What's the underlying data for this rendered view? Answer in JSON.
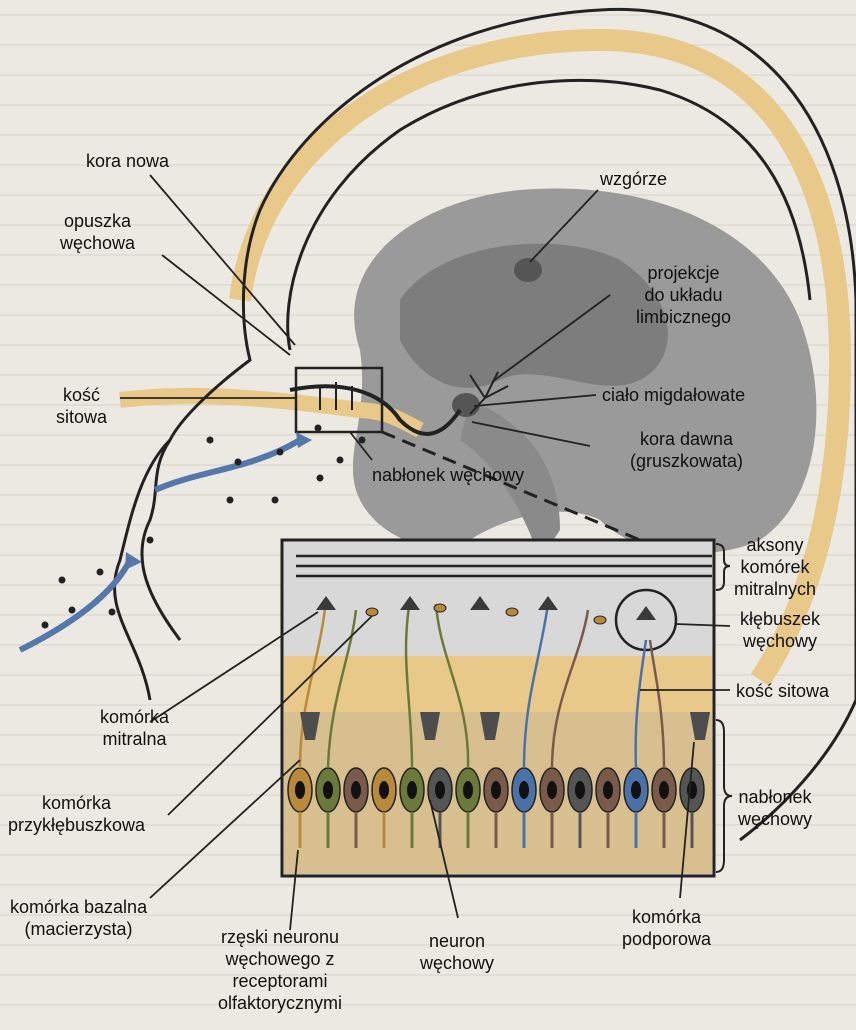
{
  "labels": {
    "kora_nowa": "kora nowa",
    "wzgorze": "wzgórze",
    "opuszka_1": "opuszka",
    "opuszka_2": "węchowa",
    "projekcje_1": "projekcje",
    "projekcje_2": "do układu",
    "projekcje_3": "limbicznego",
    "kosc_sitowa_1": "kość",
    "kosc_sitowa_2": "sitowa",
    "cialo_migdalowate": "ciało migdałowate",
    "kora_dawna_1": "kora dawna",
    "kora_dawna_2": "(gruszkowata)",
    "nablonek_wechowy_top": "nabłonek węchowy",
    "aksony_1": "aksony",
    "aksony_2": "komórek",
    "aksony_3": "mitralnych",
    "klebuszek_1": "kłębuszek",
    "klebuszek_2": "węchowy",
    "kosc_sitowa_right": "kość sitowa",
    "komorka_mitralna_1": "komórka",
    "komorka_mitralna_2": "mitralna",
    "nablonek_right_1": "nabłonek",
    "nablonek_right_2": "węchowy",
    "przyklebuszkowa_1": "komórka",
    "przyklebuszkowa_2": "przykłębuszkowa",
    "bazalna_1": "komórka bazalna",
    "bazalna_2": "(macierzysta)",
    "rzeski_1": "rzęski neuronu",
    "rzeski_2": "węchowego z",
    "rzeski_3": "receptorami",
    "rzeski_4": "olfaktorycznymi",
    "neuron_1": "neuron",
    "neuron_2": "węchowy",
    "podporowa_1": "komórka",
    "podporowa_2": "podporowa"
  },
  "colors": {
    "background": "#e9e6de",
    "skull_bone": "#e8c98a",
    "brain_gray": "#9a9a9a",
    "neuron_olive": "#6b7a3a",
    "neuron_blue": "#4a72a8",
    "neuron_brown": "#7a5a4a",
    "neuron_tan": "#b88a3a",
    "airflow": "#5577aa"
  }
}
